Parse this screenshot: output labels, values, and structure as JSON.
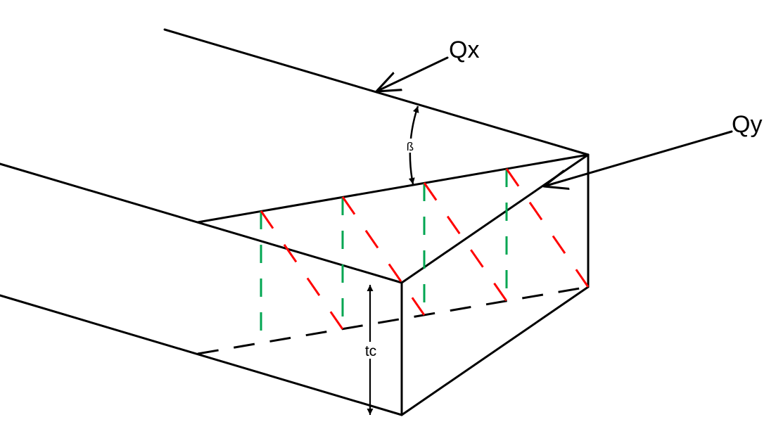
{
  "diagram": {
    "labels": {
      "qx": "Qx",
      "qy": "Qy",
      "beta": "ß",
      "tc": "tc"
    },
    "colors": {
      "outline": "#000000",
      "vertical_hidden_lines": "#00a651",
      "diagonal_hidden_lines": "#ff0000"
    }
  }
}
